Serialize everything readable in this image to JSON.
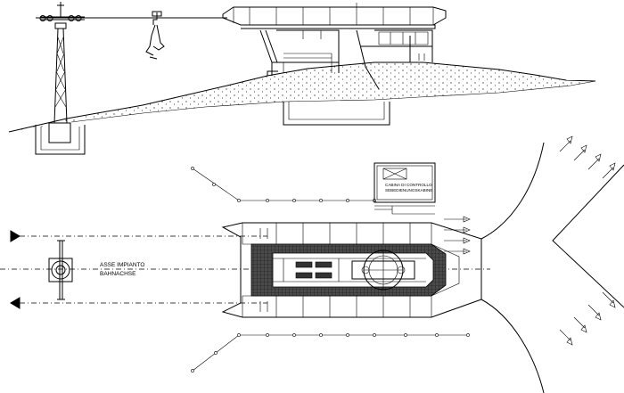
{
  "labels": {
    "axis_line1": "ASSE IMPIANTO",
    "axis_line2": "BAHNACHSE",
    "cabin_line1": "CABINA DI CONTROLLO",
    "cabin_line2": "SEBEDIENUNGSKABINE"
  },
  "colors": {
    "ink": "#000000",
    "background": "#ffffff"
  }
}
